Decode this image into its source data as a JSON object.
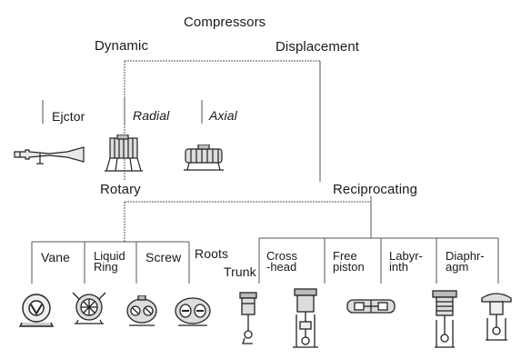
{
  "title": "Compressors",
  "categories": {
    "dynamic": "Dynamic",
    "displacement": "Displacement"
  },
  "dynamic_types": {
    "ejector": "Ejctor",
    "radial": "Radial",
    "axial": "Axial"
  },
  "displacement_groups": {
    "rotary": "Rotary",
    "reciprocating": "Reciprocating"
  },
  "rotary_types": {
    "vane": "Vane",
    "liquid_ring": [
      "Liquid",
      "Ring"
    ],
    "screw": "Screw",
    "roots": "Roots"
  },
  "reciprocating_types": {
    "trunk": "Trunk",
    "crosshead": [
      "Cross",
      "-head"
    ],
    "free_piston": [
      "Free",
      "piston"
    ],
    "labyrinth": [
      "Labyr-",
      "inth"
    ],
    "diaphragm": [
      "Diaphr-",
      "agm"
    ]
  },
  "icons": [
    "ejector-icon",
    "radial-compressor-icon",
    "axial-compressor-icon",
    "vane-compressor-icon",
    "liquid-ring-compressor-icon",
    "screw-compressor-icon",
    "roots-blower-icon",
    "trunk-piston-compressor-icon",
    "crosshead-compressor-icon",
    "free-piston-compressor-icon",
    "labyrinth-compressor-icon",
    "diaphragm-compressor-icon"
  ]
}
